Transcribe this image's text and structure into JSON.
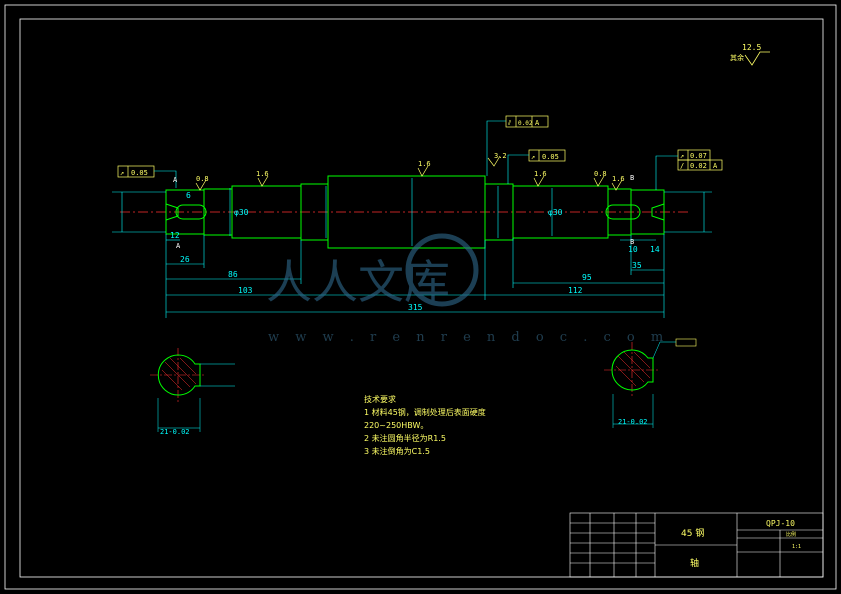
{
  "roughness": {
    "value": "12.5",
    "label": "其余"
  },
  "shaft": {
    "dims": {
      "d315": "315",
      "d112": "112",
      "d103": "103",
      "d95": "95",
      "d86": "86",
      "d35": "35",
      "d26": "26",
      "d12": "12",
      "d10": "10",
      "d14": "14",
      "d6": "6",
      "d30a": "φ30",
      "d30b": "φ30"
    },
    "roughness_marks": [
      "0.8",
      "1.6",
      "1.6",
      "1.6",
      "1.6",
      "0.8",
      "3.2"
    ],
    "tolerance_frames": [
      {
        "sym": "↗",
        "val": "0.05"
      },
      {
        "sym": "↗",
        "val": "0.05"
      },
      {
        "sym": "↗",
        "val": "0.07"
      },
      {
        "sym": "/",
        "val": "0.02",
        "ref": "A"
      },
      {
        "sym": "⫽",
        "val": "0.02",
        "ref": "A"
      }
    ],
    "section_labels": [
      "A",
      "A",
      "B",
      "B"
    ]
  },
  "sections": {
    "left_dim": "21-0.02",
    "right_dim": "21-0.02"
  },
  "tech_requirements": {
    "title": "技术要求",
    "items": [
      "1 材料45钢，调制处理后表面硬度",
      "220~250HBW。",
      "2 未注圆角半径为R1.5",
      "3 未注倒角为C1.5"
    ]
  },
  "title_block": {
    "drawing_no": "QPJ-10",
    "material": "45 钢",
    "part_name": "轴",
    "scale_label": "比例",
    "scale": "1:1"
  },
  "watermark": {
    "chars": "人人文库",
    "url": "w w w . r e n r e n d o c . c o m"
  },
  "colors": {
    "background": "#000000",
    "frame": "#ffffff",
    "outline": "#00ff00",
    "dimension": "#00ffff",
    "center": "#ff3030",
    "text": "#ffff66",
    "hatch": "#ff3030",
    "watermark": "#2f6a8d"
  }
}
